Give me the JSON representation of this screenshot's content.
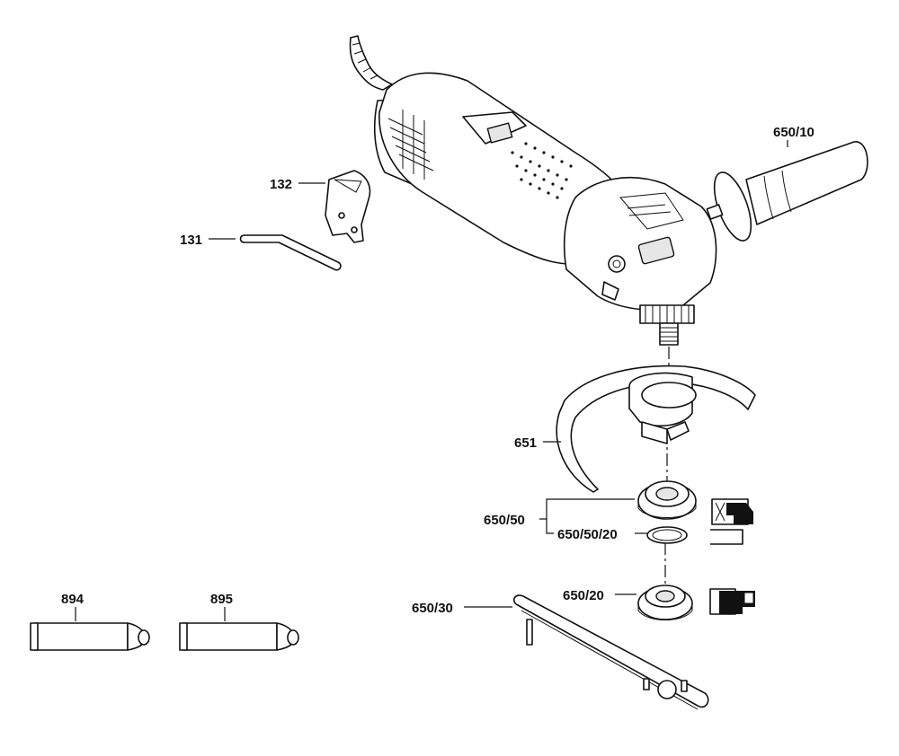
{
  "parts": [
    {
      "id": "label-650-10",
      "text": "650/10"
    },
    {
      "id": "label-132",
      "text": "132"
    },
    {
      "id": "label-131",
      "text": "131"
    },
    {
      "id": "label-651",
      "text": "651"
    },
    {
      "id": "label-650-50",
      "text": "650/50"
    },
    {
      "id": "label-650-50-20",
      "text": "650/50/20"
    },
    {
      "id": "label-650-20",
      "text": "650/20"
    },
    {
      "id": "label-650-30",
      "text": "650/30"
    },
    {
      "id": "label-894",
      "text": "894"
    },
    {
      "id": "label-895",
      "text": "895"
    }
  ]
}
